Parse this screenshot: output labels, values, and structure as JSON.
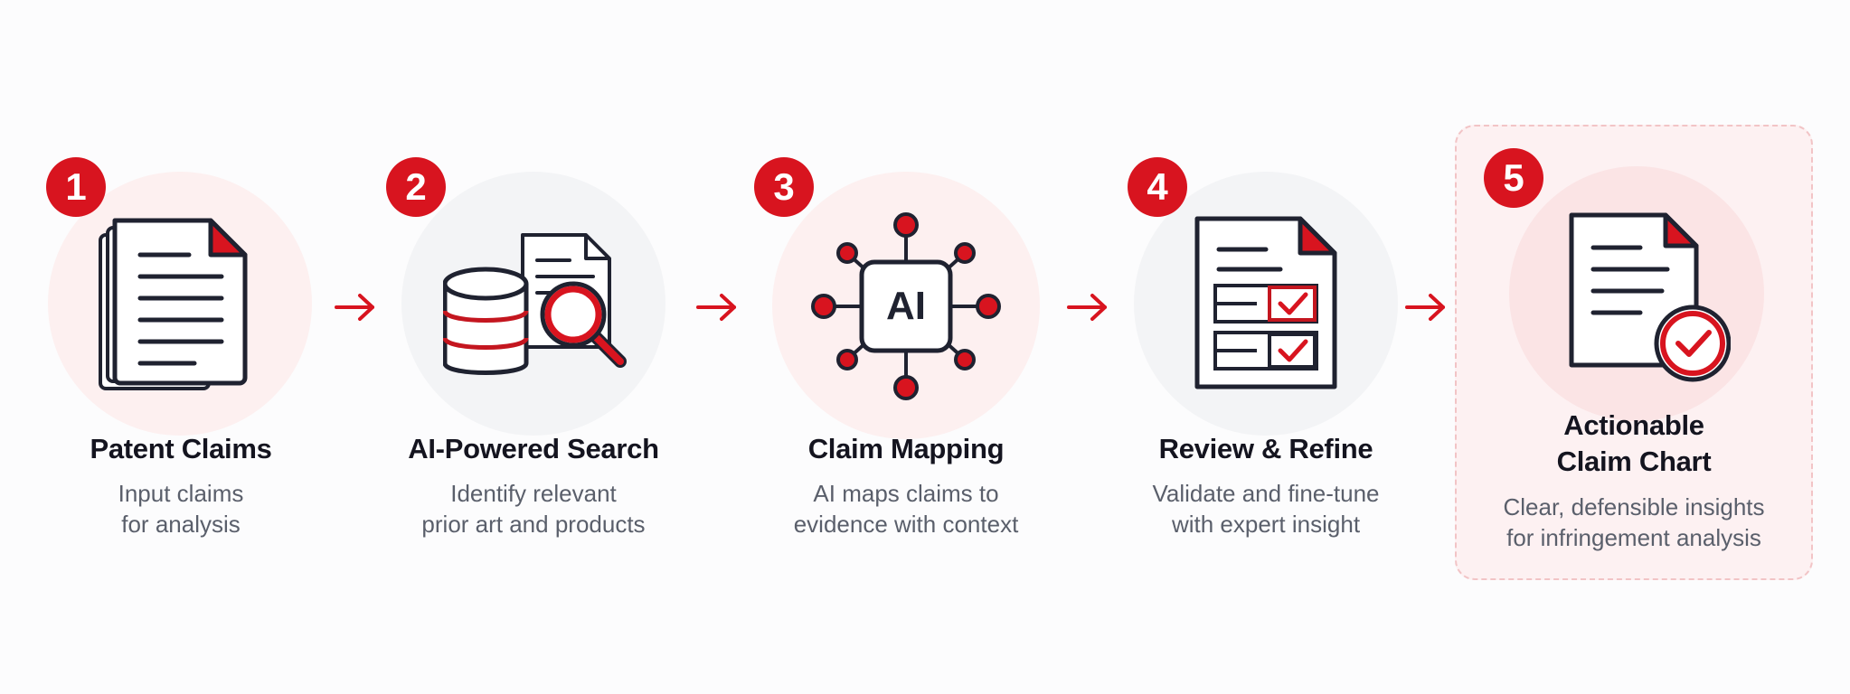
{
  "steps": [
    {
      "number": "1",
      "title": [
        "Patent Claims"
      ],
      "description": [
        "Input claims",
        "for analysis"
      ],
      "icon": "document-stack-icon"
    },
    {
      "number": "2",
      "title": [
        "AI-Powered Search"
      ],
      "description": [
        "Identify relevant",
        "prior art and products"
      ],
      "icon": "database-search-icon"
    },
    {
      "number": "3",
      "title": [
        "Claim Mapping"
      ],
      "description": [
        "AI maps claims to",
        "evidence with context"
      ],
      "icon": "ai-network-icon",
      "icon_label": "AI"
    },
    {
      "number": "4",
      "title": [
        "Review & Refine"
      ],
      "description": [
        "Validate and fine-tune",
        "with expert insight"
      ],
      "icon": "checklist-document-icon"
    },
    {
      "number": "5",
      "title": [
        "Actionable",
        "Claim Chart"
      ],
      "description": [
        "Clear, defensible insights",
        "for infringement analysis"
      ],
      "icon": "approved-document-icon"
    }
  ],
  "colors": {
    "accent": "#d8141f",
    "ink": "#1f2230",
    "muted_text": "#5a5f6b",
    "pink_bg": "#fdf0f0",
    "gray_bg": "#f3f4f6"
  }
}
